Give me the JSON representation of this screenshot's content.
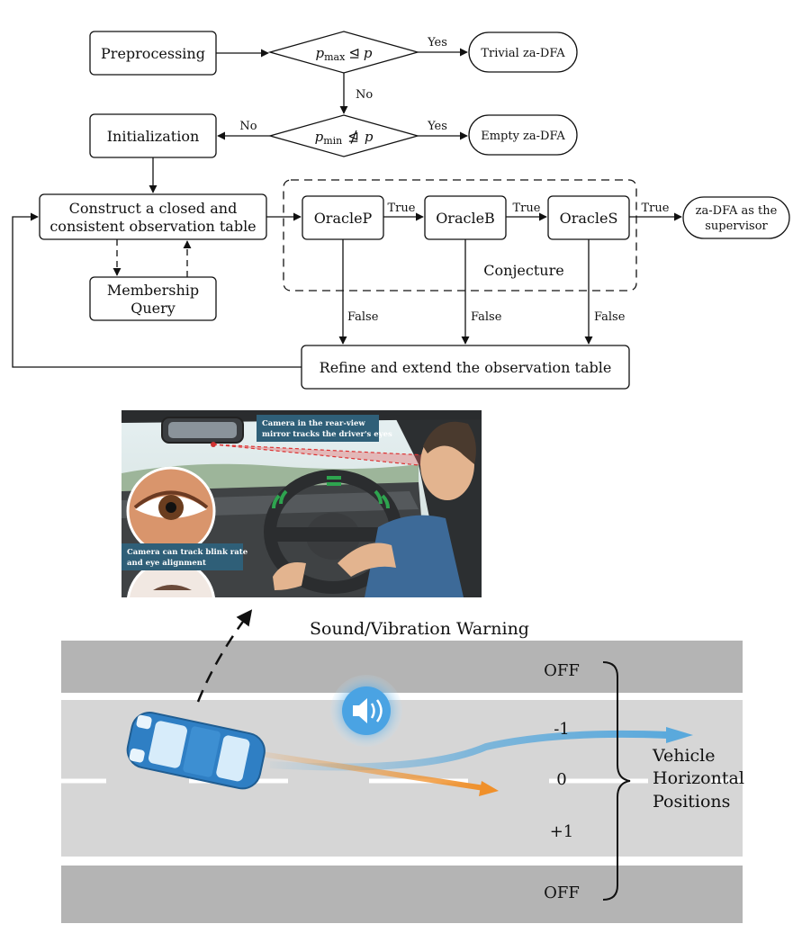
{
  "flowchart": {
    "preprocessing": "Preprocessing",
    "decision1": {
      "lhs": "p",
      "sub": "max",
      "op": "⊴",
      "rhs": "p"
    },
    "decision2": {
      "lhs": "p",
      "sub": "min",
      "op": "⋬",
      "rhs": "p"
    },
    "trivial": "Trivial za-DFA",
    "empty": "Empty za-DFA",
    "initialization": "Initialization",
    "construct_line1": "Construct a closed and",
    "construct_line2": "consistent observation table",
    "membership_line1": "Membership",
    "membership_line2": "Query",
    "oracle_p": "OracleP",
    "oracle_b": "OracleB",
    "oracle_s": "OracleS",
    "conjecture": "Conjecture",
    "supervisor_line1": "za-DFA as the",
    "supervisor_line2": "supervisor",
    "refine": "Refine and extend the observation table",
    "yes": "Yes",
    "no": "No",
    "true": "True",
    "false": "False"
  },
  "illustration": {
    "callout_top_line1": "Camera in the rear-view",
    "callout_top_line2": "mirror tracks the driver's eyes",
    "callout_left_line1": "Camera can track blink rate",
    "callout_left_line2": "and eye alignment"
  },
  "road": {
    "warning": "Sound/Vibration Warning",
    "positions": [
      "OFF",
      "-1",
      "0",
      "+1",
      "OFF"
    ],
    "axis_label": [
      "Vehicle",
      "Horizontal",
      "Positions"
    ]
  },
  "colors": {
    "callout_bg": "#2f5f78",
    "road_dark": "#b4b4b4",
    "road_light": "#d6d6d6",
    "blue_arrow": "#5aa9dc",
    "orange_arrow": "#f0902a",
    "car_blue": "#2f7fc4"
  }
}
